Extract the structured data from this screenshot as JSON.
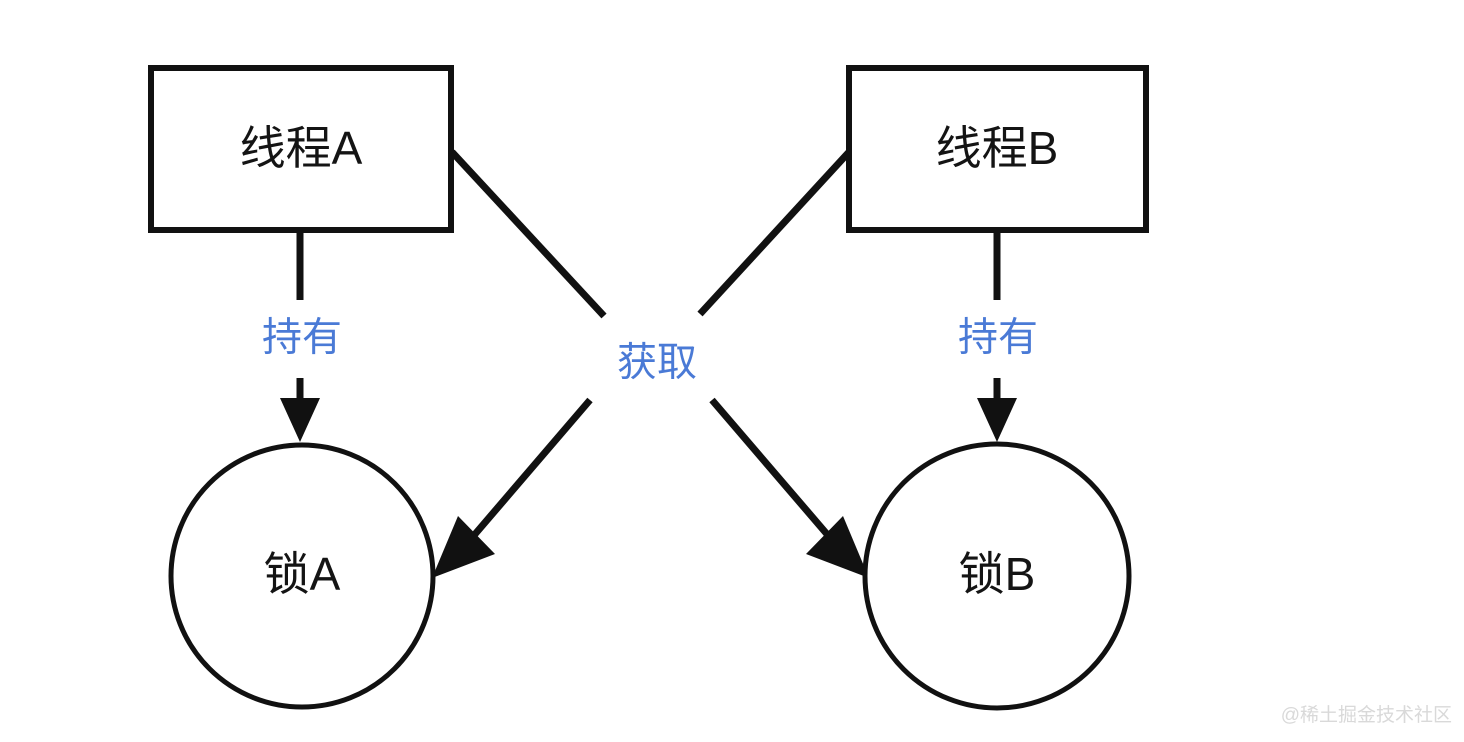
{
  "diagram": {
    "title": "deadlock-diagram",
    "background_color": "#ffffff",
    "node_text_color": "#141414",
    "edge_color": "#111111",
    "label_color": "#4a7ad6",
    "nodes": [
      {
        "id": "thread-a",
        "shape": "rectangle",
        "label": "线程A"
      },
      {
        "id": "thread-b",
        "shape": "rectangle",
        "label": "线程B"
      },
      {
        "id": "lock-a",
        "shape": "circle",
        "label": "锁A"
      },
      {
        "id": "lock-b",
        "shape": "circle",
        "label": "锁B"
      }
    ],
    "edges": [
      {
        "id": "edge-thread-a-holds-lock-a",
        "from": "thread-a",
        "to": "lock-a",
        "label": "持有"
      },
      {
        "id": "edge-thread-b-holds-lock-b",
        "from": "thread-b",
        "to": "lock-b",
        "label": "持有"
      },
      {
        "id": "edge-thread-a-acquires-lock-b",
        "from": "thread-a",
        "to": "lock-b",
        "label": "获取"
      },
      {
        "id": "edge-thread-b-acquires-lock-a",
        "from": "thread-b",
        "to": "lock-a",
        "label": "获取"
      }
    ],
    "center_label": "获取",
    "watermark": "@稀土掘金技术社区"
  }
}
